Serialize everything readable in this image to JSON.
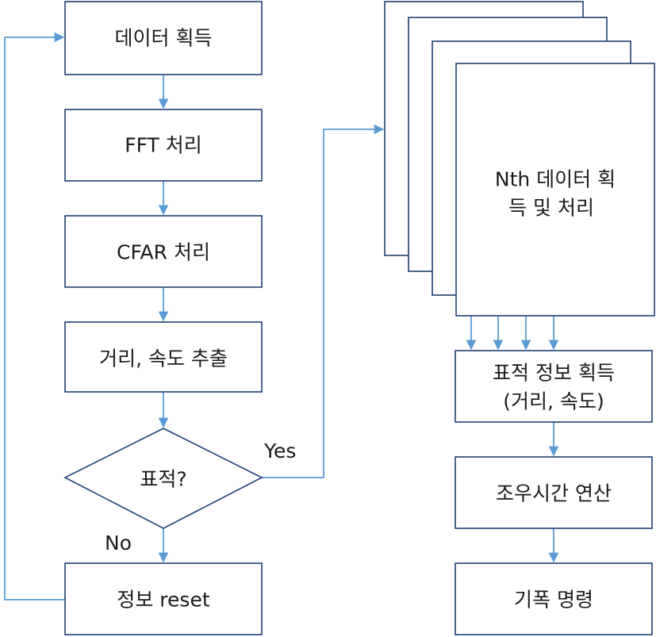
{
  "nodes": {
    "acquire": "데이터 획득",
    "fft": "FFT 처리",
    "cfar": "CFAR 처리",
    "extract": "거리, 속도 추출",
    "decision": "표적?",
    "reset": "정보 reset",
    "nth_line1": "Nth 데이터 획",
    "nth_line2": "득 및 처리",
    "target_line1": "표적 정보 획득",
    "target_line2": "(거리, 속도)",
    "tof": "조우시간 연산",
    "fire": "기폭 명령"
  },
  "edges": {
    "yes": "Yes",
    "no": "No"
  },
  "colors": {
    "box_border": "#1f3f73",
    "connector": "#5b9bd5",
    "text": "#1a1a1a"
  }
}
